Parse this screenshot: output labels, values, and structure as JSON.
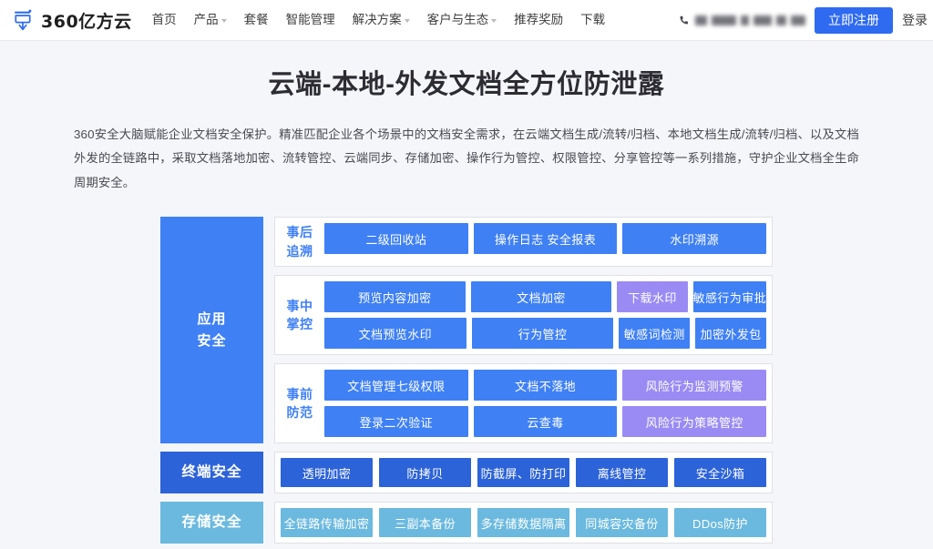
{
  "nav": {
    "brand": {
      "name": "360亿方云",
      "logo_icon": "yifangyun-logo-icon"
    },
    "links": [
      {
        "label": "首页",
        "has_dropdown": false
      },
      {
        "label": "产品",
        "has_dropdown": true
      },
      {
        "label": "套餐",
        "has_dropdown": false
      },
      {
        "label": "智能管理",
        "has_dropdown": false
      },
      {
        "label": "解决方案",
        "has_dropdown": true
      },
      {
        "label": "客户与生态",
        "has_dropdown": true
      },
      {
        "label": "推荐奖励",
        "has_dropdown": false
      },
      {
        "label": "下载",
        "has_dropdown": false
      }
    ],
    "phone_icon": "phone-icon",
    "phone_redacted": true,
    "register_label": "立即注册",
    "login_label": "登录"
  },
  "hero": {
    "title": "云端-本地-外发文档全方位防泄露",
    "description": "360安全大脑赋能企业文档安全保护。精准匹配企业各个场景中的文档安全需求，在云端文档生成/流转/归档、本地文档生成/流转/归档、以及文档外发的全链路中，采取文档落地加密、流转管控、云端同步、存储加密、操作行为管控、权限管控、分享管控等一系列措施，守护企业文档全生命周期安全。"
  },
  "colors": {
    "blue": "#3f80f5",
    "deep_blue": "#2d63d8",
    "purple": "#9a8bf4",
    "light_blue": "#6bb9df",
    "page_bg": "#f4f6fa",
    "accent": "#2f6bf0"
  },
  "diagram": {
    "app_security": {
      "side_label": "应用\n安全",
      "side_label_line1": "应用",
      "side_label_line2": "安全",
      "groups": [
        {
          "label_line1": "事后",
          "label_line2": "追溯",
          "rows": [
            [
              {
                "label": "二级回收站",
                "color": "blue",
                "grow": 2
              },
              {
                "label": "操作日志  安全报表",
                "color": "blue",
                "grow": 2
              },
              {
                "label": "水印溯源",
                "color": "blue",
                "grow": 2
              }
            ]
          ]
        },
        {
          "label_line1": "事中",
          "label_line2": "掌控",
          "rows": [
            [
              {
                "label": "预览内容加密",
                "color": "blue",
                "grow": 2
              },
              {
                "label": "文档加密",
                "color": "blue",
                "grow": 2
              },
              {
                "label": "下载水印",
                "color": "purple",
                "grow": 1
              },
              {
                "label": "敏感行为审批",
                "color": "blue",
                "grow": 1
              }
            ],
            [
              {
                "label": "文档预览水印",
                "color": "blue",
                "grow": 2
              },
              {
                "label": "行为管控",
                "color": "blue",
                "grow": 2
              },
              {
                "label": "敏感词检测",
                "color": "blue",
                "grow": 1
              },
              {
                "label": "加密外发包",
                "color": "blue",
                "grow": 1
              }
            ]
          ]
        },
        {
          "label_line1": "事前",
          "label_line2": "防范",
          "rows": [
            [
              {
                "label": "文档管理七级权限",
                "color": "blue",
                "grow": 2
              },
              {
                "label": "文档不落地",
                "color": "blue",
                "grow": 2
              },
              {
                "label": "风险行为监测预警",
                "color": "purple",
                "grow": 2
              }
            ],
            [
              {
                "label": "登录二次验证",
                "color": "blue",
                "grow": 2
              },
              {
                "label": "云查毒",
                "color": "blue",
                "grow": 2
              },
              {
                "label": "风险行为策略管控",
                "color": "purple",
                "grow": 2
              }
            ]
          ]
        }
      ]
    },
    "terminal_security": {
      "side_label": "终端安全",
      "items": [
        {
          "label": "透明加密",
          "color": "deep"
        },
        {
          "label": "防拷贝",
          "color": "deep"
        },
        {
          "label": "防截屏、防打印",
          "color": "deep"
        },
        {
          "label": "离线管控",
          "color": "deep"
        },
        {
          "label": "安全沙箱",
          "color": "deep"
        }
      ]
    },
    "storage_security": {
      "side_label": "存储安全",
      "items": [
        {
          "label": "全链路传输加密",
          "color": "light"
        },
        {
          "label": "三副本备份",
          "color": "light"
        },
        {
          "label": "多存储数据隔离",
          "color": "light"
        },
        {
          "label": "同城容灾备份",
          "color": "light"
        },
        {
          "label": "DDos防护",
          "color": "light"
        }
      ]
    }
  }
}
